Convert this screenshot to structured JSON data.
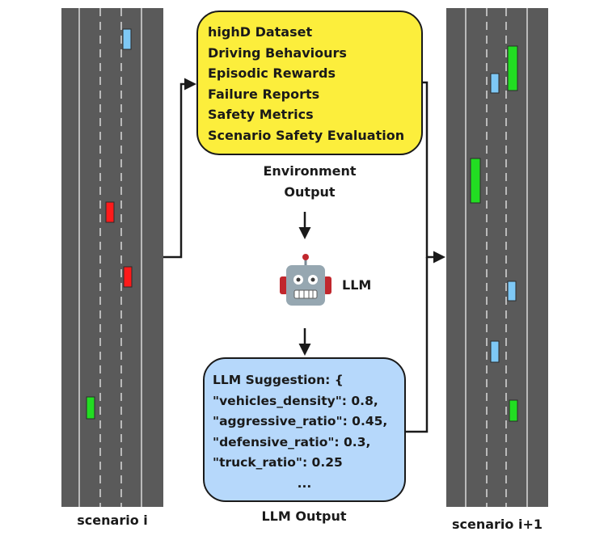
{
  "left_road": {
    "caption": "scenario i"
  },
  "right_road": {
    "caption": "scenario i+1"
  },
  "environment_box": {
    "lines": [
      "highD Dataset",
      "Driving Behaviours",
      "Episodic Rewards",
      "Failure Reports",
      "Safety Metrics",
      "Scenario Safety Evaluation"
    ],
    "caption_line1": "Environment",
    "caption_line2": "Output"
  },
  "llm": {
    "label": "LLM",
    "icon": "robot-icon"
  },
  "llm_box": {
    "lines": [
      "LLM Suggestion: {",
      "\"vehicles_density\": 0.8,",
      "\"aggressive_ratio\": 0.45,",
      "\"defensive_ratio\": 0.3,",
      "\"truck_ratio\": 0.25",
      "..."
    ],
    "caption": "LLM Output"
  },
  "colors": {
    "road": "#5a5a5a",
    "lane_line": "#d9d9d9",
    "yellow_box": "#fcee3c",
    "blue_box": "#b6d8fb",
    "vehicle_blue": "#7ec8f5",
    "vehicle_red": "#ff1a1a",
    "vehicle_green": "#22dd22"
  }
}
